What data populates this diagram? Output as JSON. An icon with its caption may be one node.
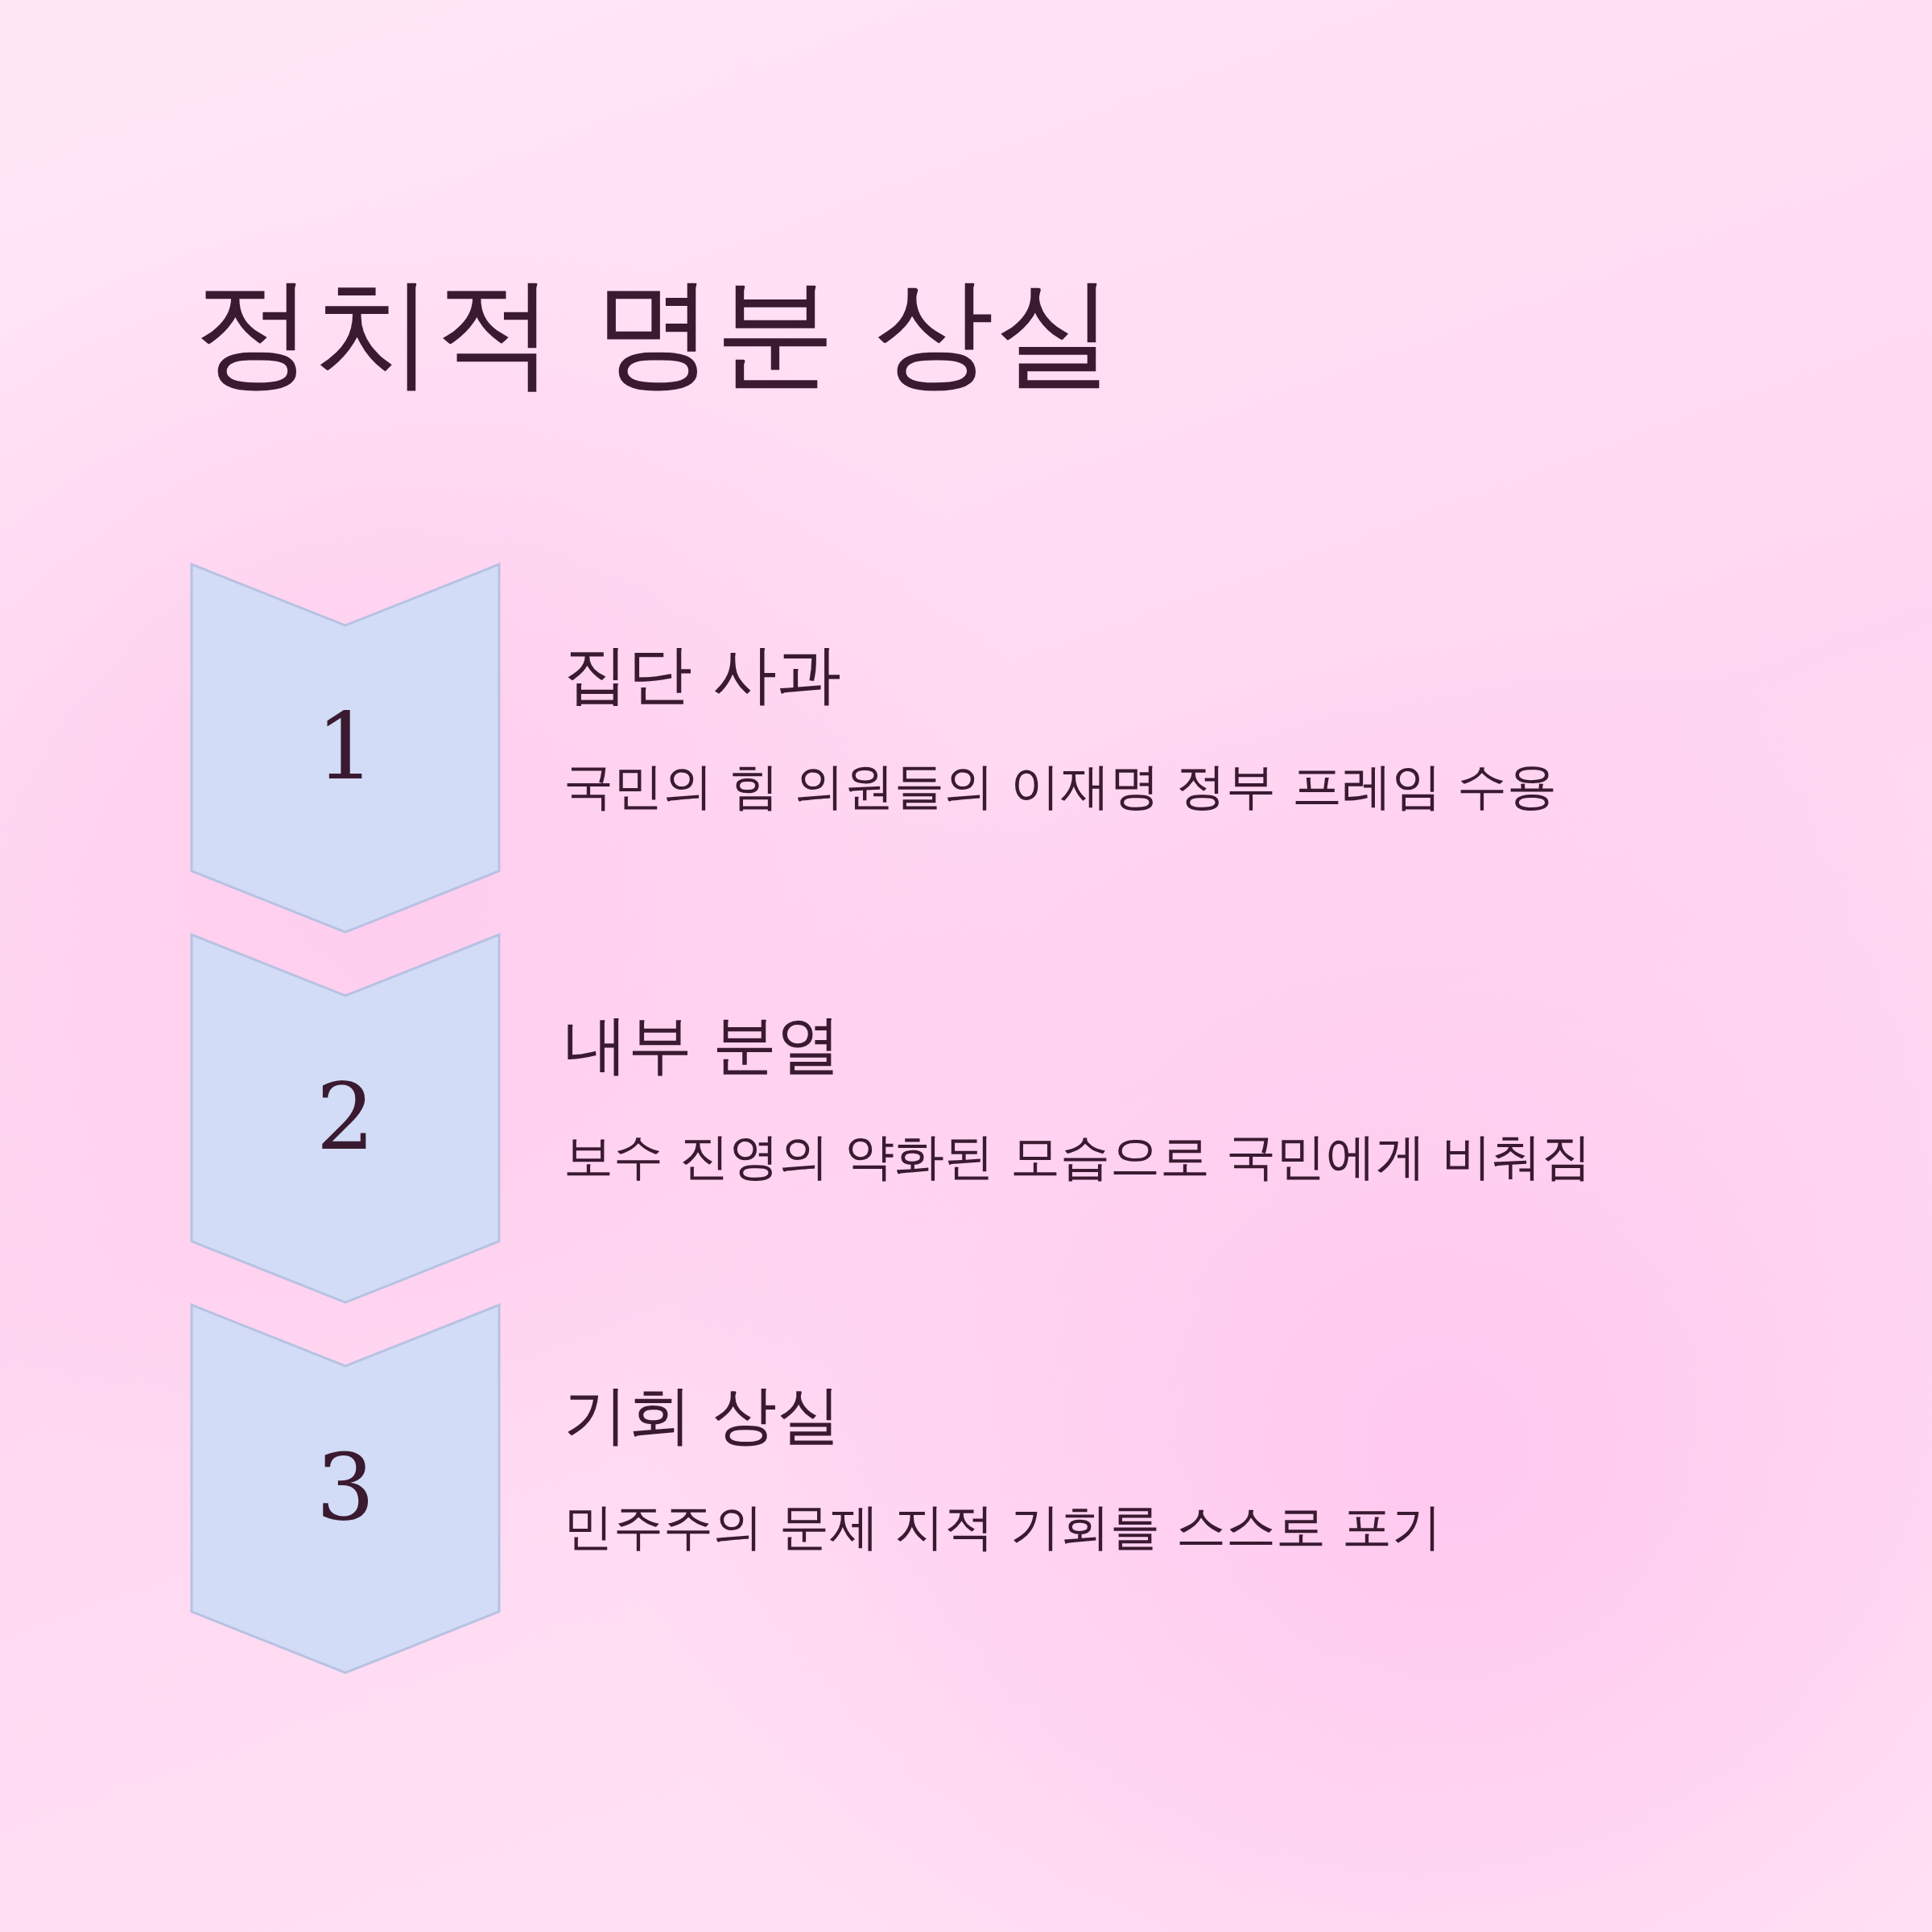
{
  "diagram": {
    "title": "정치적 명분 상실",
    "nodes": [
      {
        "text": [
          "1"
        ],
        "beside": [
          "집단 사과",
          "국민의 힘 의원들의 이재명 정부 프레임 수용"
        ]
      },
      {
        "text": [
          "2"
        ],
        "beside": [
          "내부 분열",
          "보수 진영의 약화된 모습으로 국민에게 비춰짐"
        ]
      },
      {
        "text": [
          "3"
        ],
        "beside": [
          "기회 상실",
          "민주주의 문제 지적 기회를 스스로 포기"
        ]
      }
    ]
  }
}
